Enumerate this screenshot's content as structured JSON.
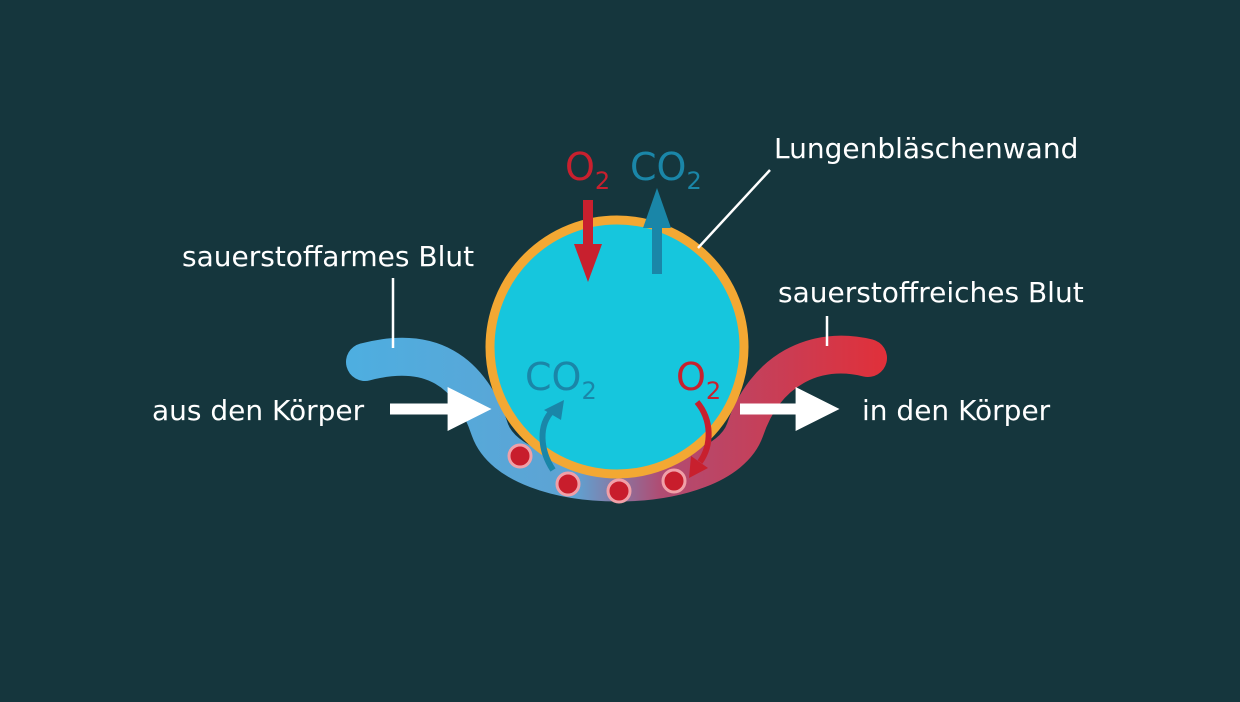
{
  "labels": {
    "wall": "Lungenbläschenwand",
    "deoxygenated_blood": "sauerstoffarmes Blut",
    "oxygenated_blood": "sauerstoffreiches Blut",
    "from_body": "aus den Körper",
    "to_body": "in den Körper"
  },
  "gases": {
    "oxygen": {
      "base": "O",
      "sub": "2"
    },
    "carbon_dioxide": {
      "base": "CO",
      "sub": "2"
    }
  },
  "colors": {
    "background": "#15363d",
    "alveolus_fill": "#16c6dd",
    "alveolus_wall": "#f3a833",
    "deoxygenated": "#4eaee0",
    "oxygenated": "#e0303a",
    "o2_arrow": "#c8202e",
    "co2_arrow": "#1a86a8",
    "blood_cell": "#c81d2c",
    "white": "#ffffff"
  }
}
